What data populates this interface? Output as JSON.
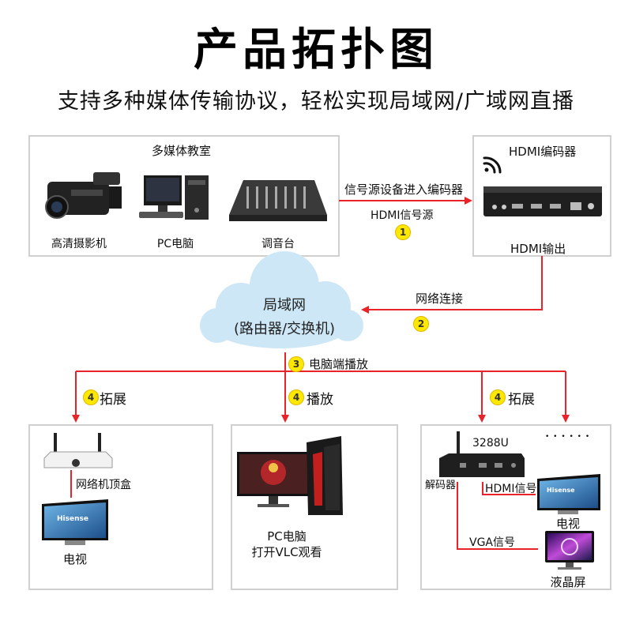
{
  "header": {
    "title": "产品拓扑图",
    "subtitle": "支持多种媒体传输协议，轻松实现局域网/广域网直播"
  },
  "source": {
    "title": "多媒体教室",
    "devices": [
      "高清摄影机",
      "PC电脑",
      "调音台"
    ]
  },
  "encoder": {
    "title": "HDMI编码器",
    "output_label": "HDMI输出"
  },
  "link1": {
    "top_label": "信号源设备进入编码器",
    "bottom_label": "HDMI信号源",
    "step": "1"
  },
  "cloud": {
    "line1": "局域网",
    "line2": "(路由器/交换机)"
  },
  "link2": {
    "label": "网络连接",
    "step": "2"
  },
  "link3": {
    "label": "电脑端播放",
    "step": "3"
  },
  "branches": {
    "left_label": "拓展",
    "middle_label": "播放",
    "right_label": "拓展",
    "step": "4"
  },
  "stb_box": {
    "stb_label": "网络机顶盒",
    "tv_label": "电视",
    "tv_brand": "Hisense"
  },
  "pc_box": {
    "line1": "PC电脑",
    "line2": "打开VLC观看"
  },
  "decoder_box": {
    "model": "3288U",
    "decoder_label": "解码器",
    "hdmi_label": "HDMI信号",
    "tv_label": "电视",
    "tv_brand": "Hisense",
    "vga_label": "VGA信号",
    "lcd_label": "液晶屏",
    "dots": "• • • • • •"
  },
  "colors": {
    "arrow": "#e8242a",
    "cloud": "#cde7f7",
    "border": "#d0d0d0",
    "badge": "#ffe800"
  }
}
